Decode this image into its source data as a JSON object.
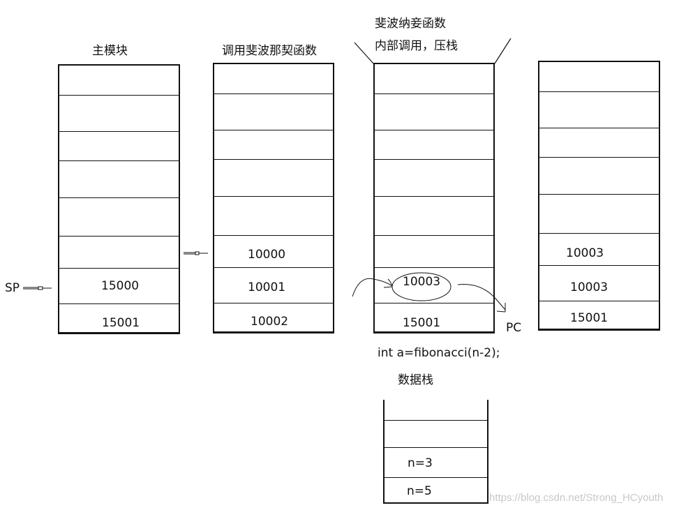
{
  "titles": {
    "main_module": "主模块",
    "call_fib": "调用斐波那契函数",
    "fib_inner_line1": "斐波纳妾函数",
    "fib_inner_line2": "内部调用，压栈",
    "data_stack": "数据栈"
  },
  "pointers": {
    "sp": "SP",
    "pc": "PC"
  },
  "code_line": "int a=fibonacci(n-2);",
  "stacks": [
    {
      "id": "main-module-stack",
      "cells": [
        "",
        "",
        "",
        "",
        "",
        "",
        "15000",
        "15001"
      ]
    },
    {
      "id": "call-fib-stack",
      "cells": [
        "",
        "",
        "",
        "",
        "",
        "10000",
        "10001",
        "10002"
      ]
    },
    {
      "id": "fib-inner-stack",
      "cells": [
        "",
        "",
        "",
        "",
        "",
        "",
        "10003",
        "15001"
      ],
      "highlighted_cell": "10003"
    },
    {
      "id": "result-stack",
      "cells": [
        "",
        "",
        "",
        "",
        "",
        "10003",
        "10003",
        "15001"
      ]
    }
  ],
  "data_stack": {
    "cells": [
      "",
      "",
      "n=3",
      "n=5"
    ]
  },
  "watermark": "https://blog.csdn.net/Strong_HCyouth"
}
